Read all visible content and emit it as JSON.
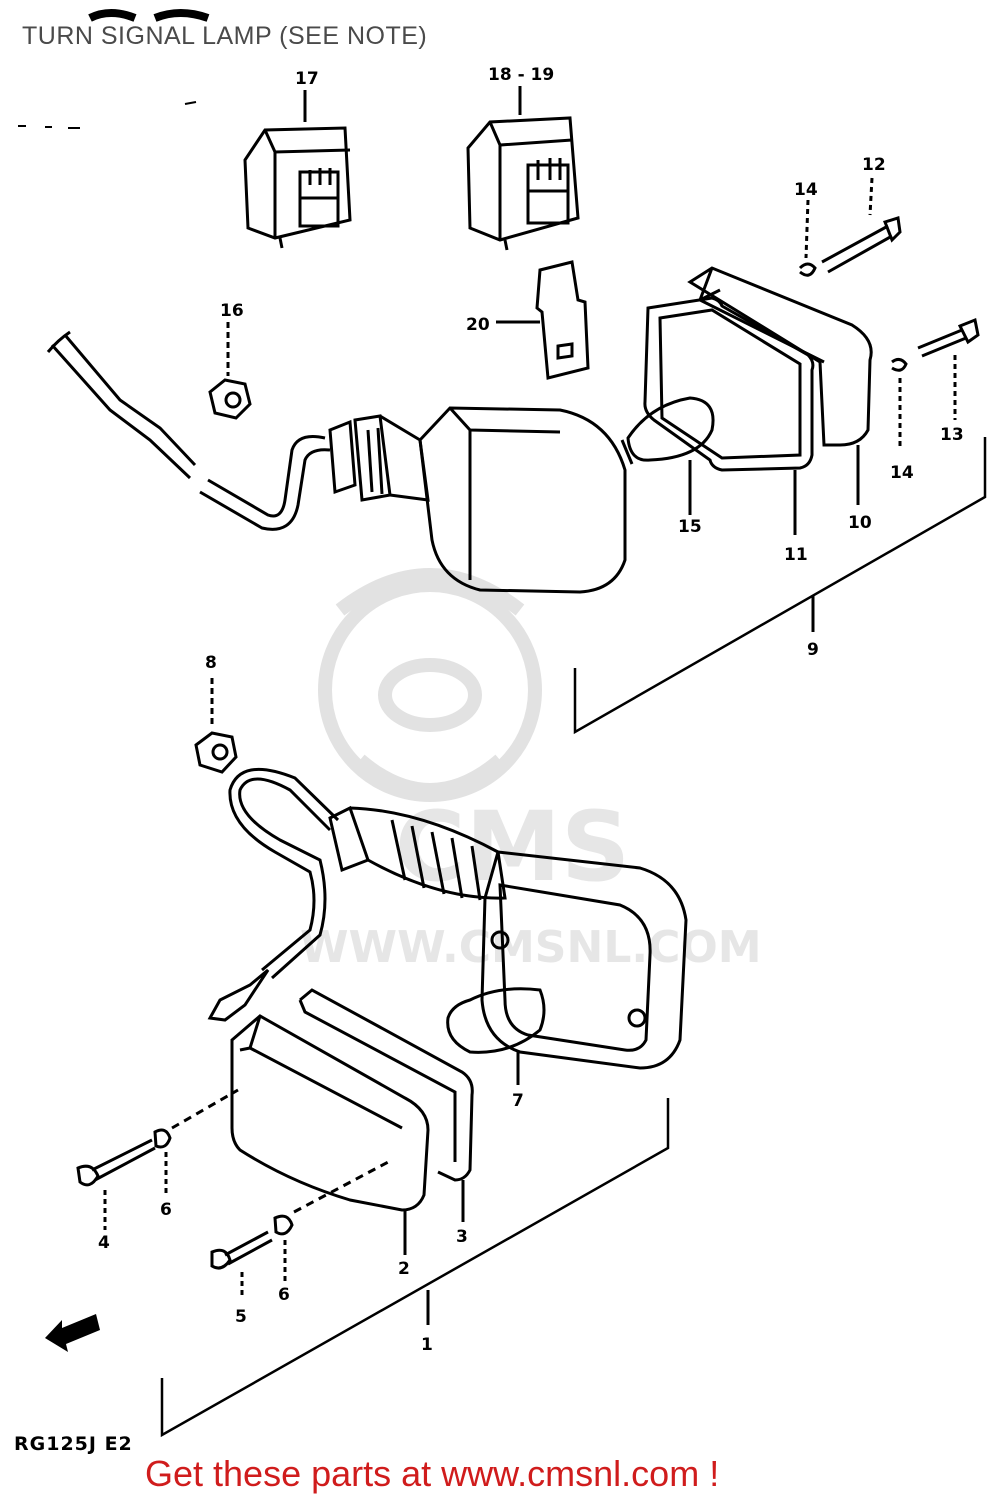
{
  "header": {
    "title": "TURN SIGNAL LAMP (SEE NOTE)"
  },
  "diagram": {
    "callouts": {
      "c1": "1",
      "c2": "2",
      "c3": "3",
      "c4": "4",
      "c5": "5",
      "c6a": "6",
      "c6b": "6",
      "c7": "7",
      "c8": "8",
      "c9": "9",
      "c10": "10",
      "c11": "11",
      "c12": "12",
      "c13": "13",
      "c14a": "14",
      "c14b": "14",
      "c15": "15",
      "c16": "16",
      "c17": "17",
      "c1819": "18 - 19",
      "c20": "20"
    },
    "model_code": "RG125J E2"
  },
  "watermark": {
    "logo_text": "CMS",
    "site": "WWW.CMSNL.COM"
  },
  "footer": {
    "promo": "Get these parts at www.cmsnl.com !"
  },
  "colors": {
    "ink": "#000000",
    "promo": "#d01c1c",
    "title": "#4a4a4a",
    "watermark": "#e4e4e4"
  }
}
